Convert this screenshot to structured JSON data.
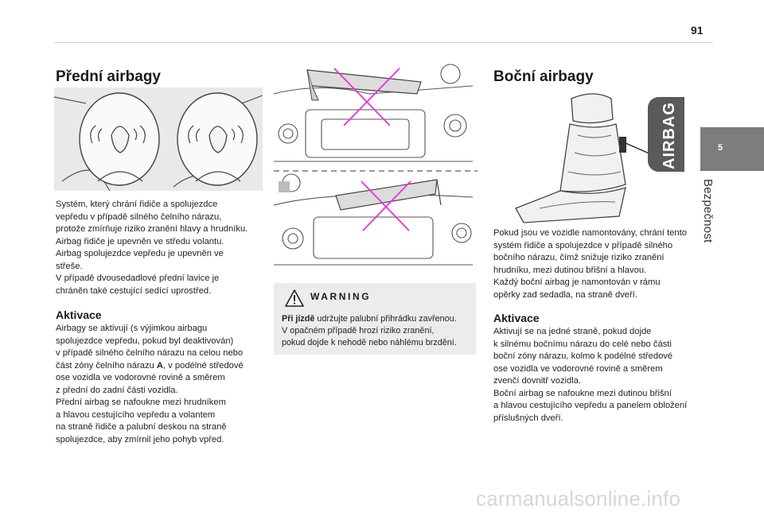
{
  "page_number": "91",
  "chapter": {
    "number": "5",
    "label": "Bezpečnost"
  },
  "front": {
    "title": "Přední airbagy",
    "intro": [
      "Systém, který chrání řidiče a spolujezdce",
      "vepředu v případě silného čelního nárazu,",
      "protože zmírňuje riziko zranění hlavy a hrudníku.",
      "Airbag řidiče je upevněn ve středu volantu.",
      "Airbag spolujezdce vepředu je upevněn ve",
      "střeše.",
      "V případě dvousedadlové přední lavice je",
      "chráněn také cestující sedící uprostřed."
    ],
    "activation_title": "Aktivace",
    "activation": [
      "Airbagy se aktivují (s výjimkou airbagu",
      "spolujezdce vepředu, pokud byl deaktivován)",
      "v případě silného čelního nárazu na celou nebo",
      "část zóny čelního nárazu ",
      "A",
      ", v podélné středové",
      "ose vozidla ve vodorovné rovině a směrem",
      "z přední do zadní části vozidla.",
      "Přední airbag se nafoukne mezi hrudníkem",
      "a hlavou cestujícího vepředu a volantem",
      "na straně řidiče a palubní deskou na straně",
      "spolujezdce, aby zmírnil jeho pohyb vpřed."
    ]
  },
  "warning": {
    "title": "WARNING",
    "lead": "Při jízdě",
    "lines": [
      " udržujte palubní přihrádku zavřenou.",
      "V opačném případě hrozí riziko zranění,",
      "pokud dojde k nehodě nebo náhlému brzdění."
    ]
  },
  "side": {
    "title": "Boční airbagy",
    "label": "AIRBAG",
    "intro": [
      "Pokud jsou ve vozidle namontovány, chrání tento",
      "systém řidiče a spolujezdce v případě silného",
      "bočního nárazu, čímž snižuje riziko zranění",
      "hrudníku, mezi dutinou břišní a hlavou.",
      "Každý boční airbag je namontován v rámu",
      "opěrky zad sedadla, na straně dveří."
    ],
    "activation_title": "Aktivace",
    "activation": [
      "Aktivují se na jedné straně, pokud dojde",
      "k silnému bočnímu nárazu do celé nebo části",
      "boční zóny nárazu, kolmo k podélné středové",
      "ose vozidla ve vodorovné rovině a směrem",
      "zvenčí dovnitř vozidla.",
      "Boční airbag se nafoukne mezi dutinou břišní",
      "a hlavou cestujícího vepředu a panelem obložení",
      "příslušných dveří."
    ]
  },
  "watermark": "carmanualsonline.info",
  "colors": {
    "tab": "#7d7d7d",
    "cross": "#ee2fd4",
    "warning_bg": "#ececec"
  }
}
